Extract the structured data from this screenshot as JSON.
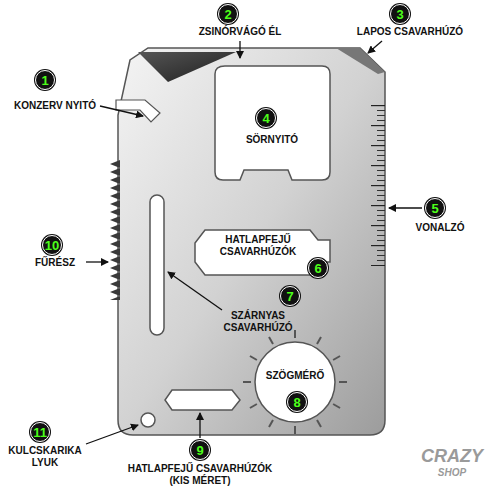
{
  "diagram": {
    "labels": [
      "1",
      "KONZERV NYITÓ",
      "2",
      "ZSINÓRVÁGÓ ÉL",
      "3",
      "LAPOS CSAVARHÚZÓ",
      "4",
      "SÖRNYITÓ",
      "5",
      "VONALZÓ",
      "HATLAPFEJŰ CSAVARHÚZÓK",
      "6",
      "10",
      "FŰRÉSZ",
      "7",
      "SZÁRNYAS CSAVARHÚZÓ",
      "8",
      "SZÖGMÉRŐ",
      "9",
      "HATLAPFEJŰ CSAVARHÚZÓK (KIS MÉRET)",
      "11",
      "KULCSKARIKA LYUK",
      "CRAZY",
      "SHOP"
    ]
  }
}
